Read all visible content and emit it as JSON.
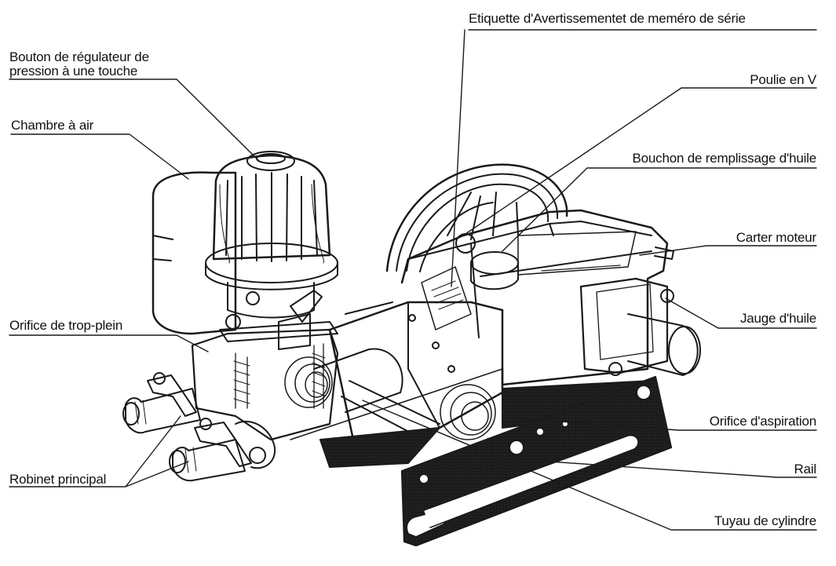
{
  "labels": {
    "serial_label": "Etiquette d'Avertissementet de meméro de série",
    "pressure_knob_1": "Bouton de régulateur de",
    "pressure_knob_2": "pression à une touche",
    "v_pulley": "Poulie en V",
    "air_chamber": "Chambre à air",
    "oil_cap": "Bouchon de remplissage d'huile",
    "crankcase": "Carter moteur",
    "oil_gauge": "Jauge d'huile",
    "overflow_port": "Orifice de trop-plein",
    "suction_port": "Orifice d'aspiration",
    "main_valve": "Robinet principal",
    "rail": "Rail",
    "cylinder_pipe": "Tuyau de cylindre"
  }
}
